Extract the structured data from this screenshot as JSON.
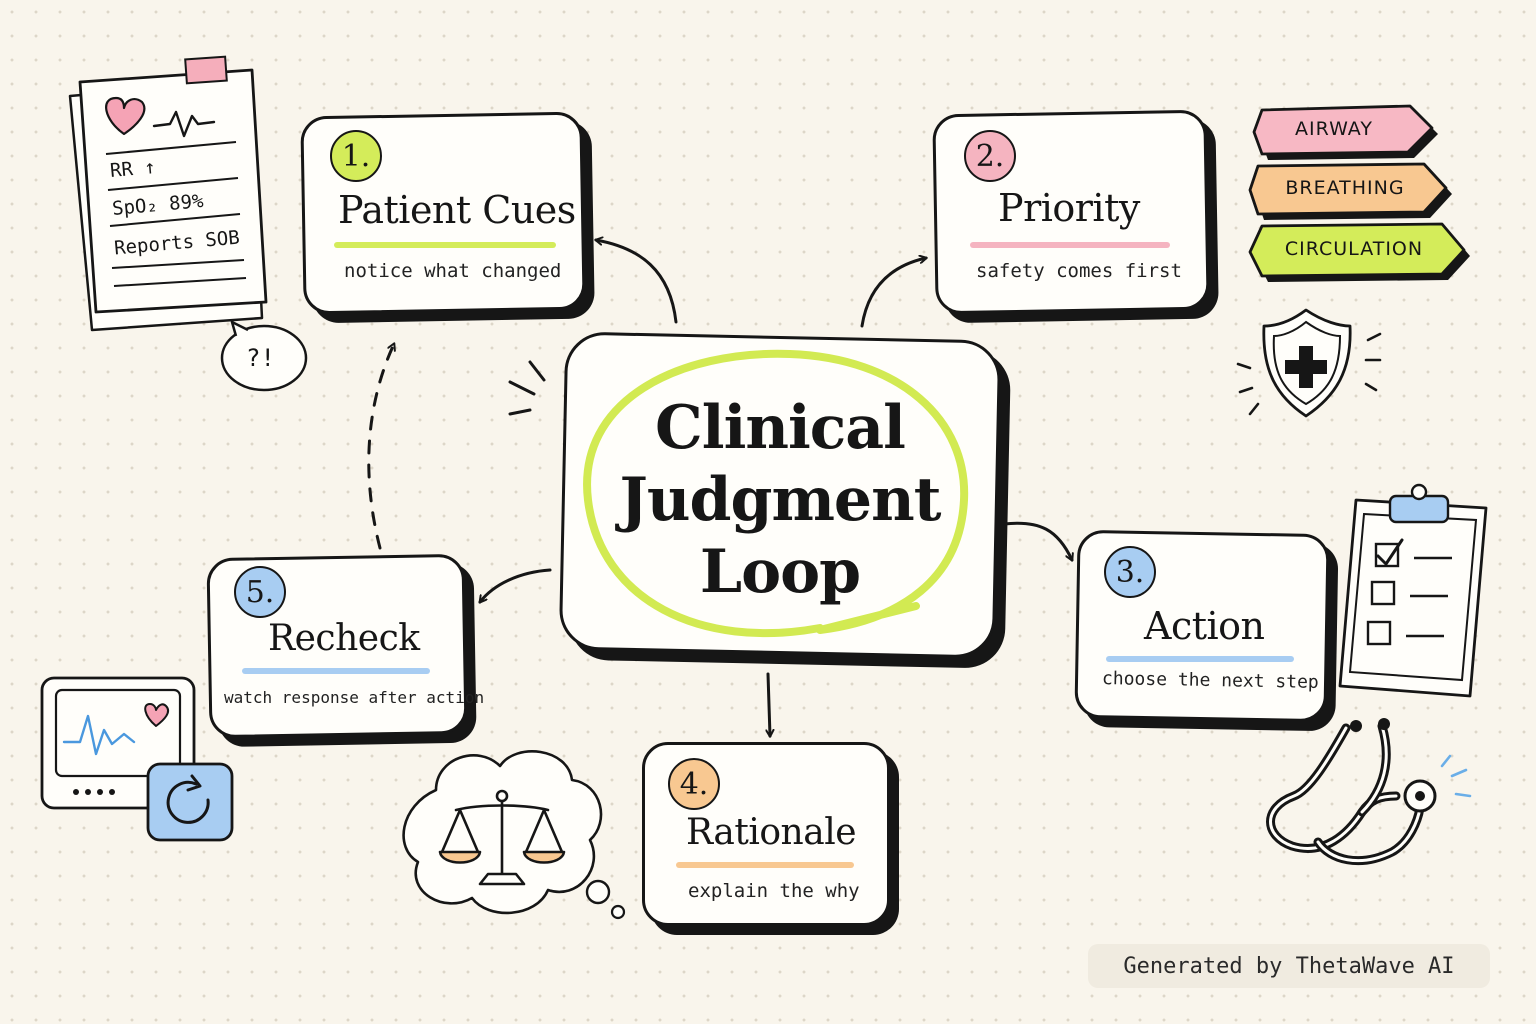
{
  "diagram": {
    "title_lines": [
      "Clinical",
      "Judgment",
      "Loop"
    ],
    "steps": [
      {
        "number": "1.",
        "title": "Patient Cues",
        "subtitle": "notice what changed",
        "accent": "#d4ec5a"
      },
      {
        "number": "2.",
        "title": "Priority",
        "subtitle": "safety comes first",
        "accent": "#f5b4c0"
      },
      {
        "number": "3.",
        "title": "Action",
        "subtitle": "choose the next step",
        "accent": "#a8cdf2"
      },
      {
        "number": "4.",
        "title": "Rationale",
        "subtitle": "explain the why",
        "accent": "#f8c891"
      },
      {
        "number": "5.",
        "title": "Recheck",
        "subtitle": "watch response after action",
        "accent": "#a8cdf2"
      }
    ],
    "abc_tags": [
      {
        "label": "AIRWAY",
        "color": "#f7b8c4"
      },
      {
        "label": "BREATHING",
        "color": "#f8c891"
      },
      {
        "label": "CIRCULATION",
        "color": "#d4ec5a"
      }
    ],
    "patient_chart": {
      "lines": [
        "RR ↑",
        "SpO₂ 89%",
        "Reports SOB"
      ],
      "speech": "?!"
    },
    "highlight_color": "#d2ea52"
  },
  "footer": {
    "text": "Generated by ThetaWave AI"
  }
}
